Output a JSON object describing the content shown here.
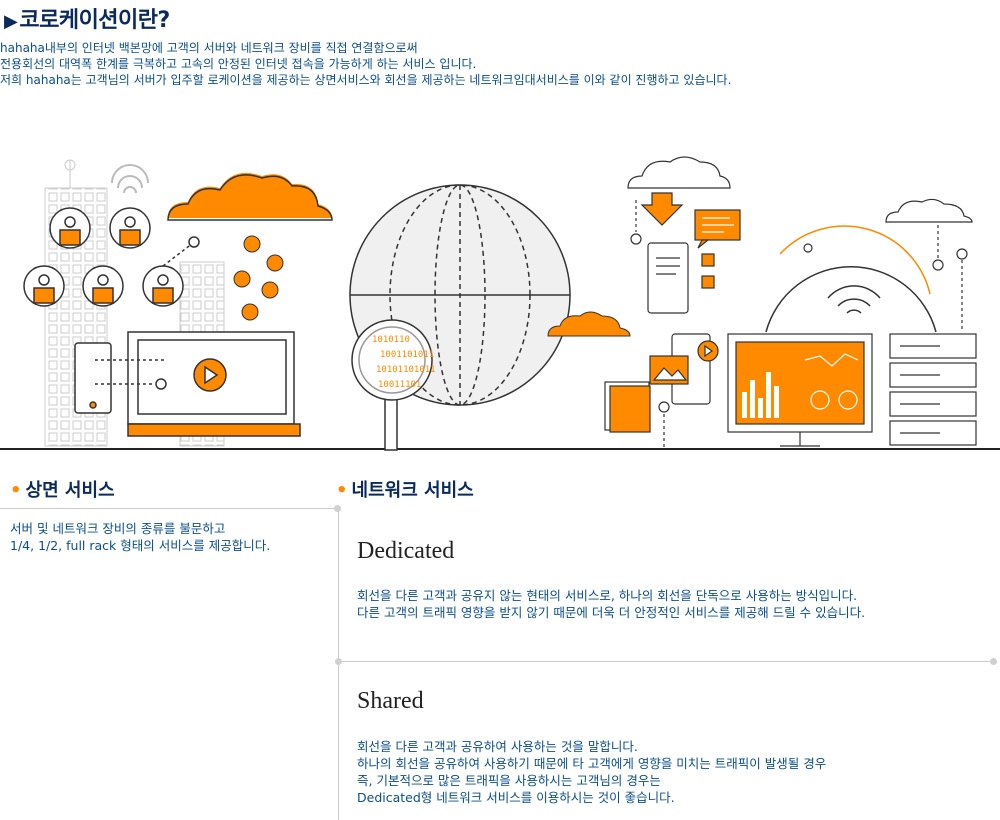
{
  "header": {
    "arrow": "▶",
    "title": "코로케이션이란?"
  },
  "intro": {
    "lines": [
      "hahaha내부의 인터넷 백본망에 고객의 서버와 네트워크 장비를 직접 연결함으로써",
      "전용회선의 대역폭 한계를 극복하고 고속의 안정된 인터넷 접속을 가능하게 하는 서비스 입니다.",
      "저희 hahaha는 고객님의 서버가 입주할 로케이션을 제공하는 상면서비스와 회선을 제공하는 네트워크임대서비스를 이와 같이 진행하고 있습니다."
    ]
  },
  "illustration": {
    "accent": "#ff8a00",
    "line": "#333333",
    "binary_rows": [
      "1010110",
      "1001101011",
      "10101101011",
      "10011101"
    ]
  },
  "sangmyeon": {
    "bullet": "•",
    "title": "상면 서비스",
    "desc": [
      "서버 및 네트워크 장비의 종류를 불문하고",
      "1/4, 1/2, full rack 형태의 서비스를 제공합니다."
    ]
  },
  "network": {
    "bullet": "•",
    "title": "네트워크 서비스",
    "dedicated": {
      "title": "Dedicated",
      "desc": [
        "회선을 다른 고객과 공유지 않는 현태의 서비스로, 하나의 회선을 단독으로 사용하는 방식입니다.",
        "다른 고객의 트래픽 영향을 받지 않기 때문에 더욱 더 안정적인 서비스를 제공해 드릴 수 있습니다."
      ]
    },
    "shared": {
      "title": "Shared",
      "desc": [
        "회선을 다른 고객과 공유하여 사용하는 것을 말합니다.",
        "하나의 회선을 공유하여 사용하기 때문에 타 고객에게 영향을 미치는 트래픽이 발생될 경우",
        "즉, 기본적으로 많은 트래픽을 사용하시는 고객님의 경우는",
        "Dedicated형 네트워크 서비스를 이용하시는 것이 좋습니다."
      ]
    }
  }
}
